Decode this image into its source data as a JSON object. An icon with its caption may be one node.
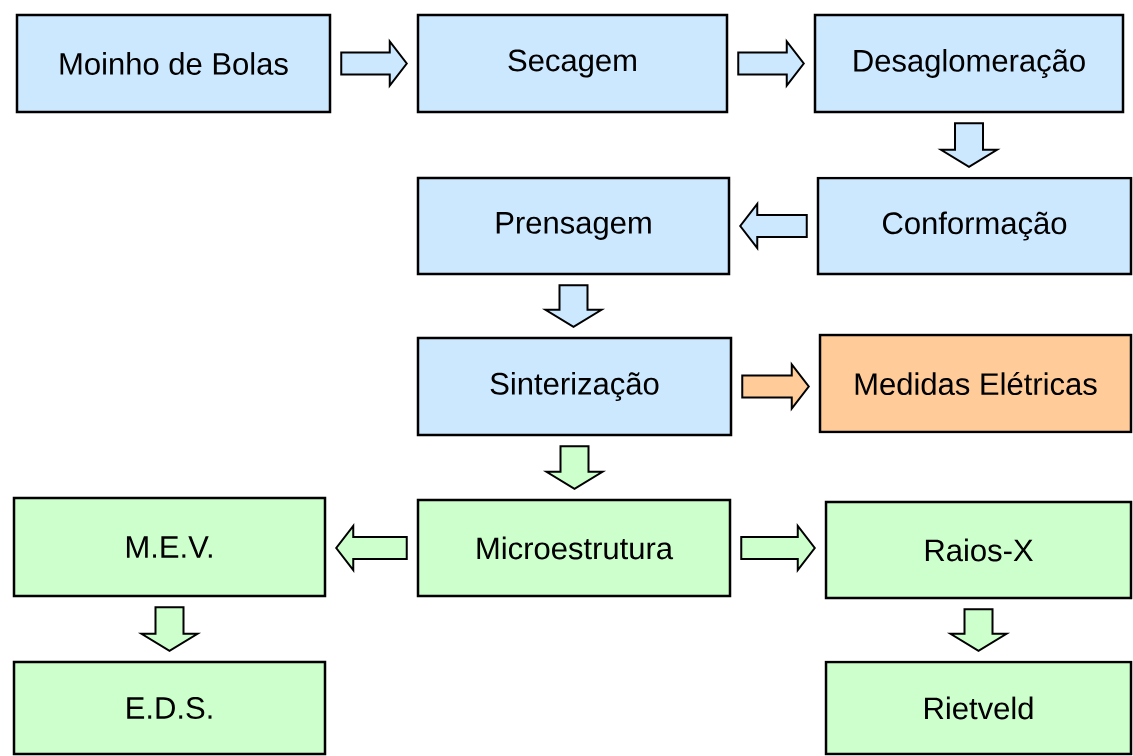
{
  "diagram": {
    "nodes": [
      {
        "text": [
          "Moinho de Bolas"
        ]
      },
      {
        "text": [
          "Secagem"
        ]
      },
      {
        "text": [
          "Desaglomeração"
        ]
      },
      {
        "text": [
          "Conformação"
        ]
      },
      {
        "text": [
          "Prensagem"
        ]
      },
      {
        "text": [
          "Sinterização"
        ]
      },
      {
        "text": [
          "Medidas Elétricas"
        ]
      },
      {
        "text": [
          "Microestrutura"
        ]
      },
      {
        "text": [
          "M.E.V."
        ]
      },
      {
        "text": [
          "Raios-X"
        ]
      },
      {
        "text": [
          "E.D.S."
        ]
      },
      {
        "text": [
          "Rietveld"
        ]
      }
    ],
    "edges": [
      {
        "from": 0,
        "to": 1,
        "arrow": "to",
        "color": "#cce8ff"
      },
      {
        "from": 1,
        "to": 2,
        "arrow": "to",
        "color": "#cce8ff"
      },
      {
        "from": 2,
        "to": 3,
        "arrow": "to",
        "color": "#cce8ff"
      },
      {
        "from": 3,
        "to": 4,
        "arrow": "to",
        "color": "#cce8ff"
      },
      {
        "from": 4,
        "to": 5,
        "arrow": "to",
        "color": "#cce8ff"
      },
      {
        "from": 5,
        "to": 6,
        "arrow": "to",
        "color": "#ffcc99"
      },
      {
        "from": 5,
        "to": 7,
        "arrow": "to",
        "color": "#ccffcc"
      },
      {
        "from": 7,
        "to": 8,
        "arrow": "to",
        "color": "#ccffcc"
      },
      {
        "from": 7,
        "to": 9,
        "arrow": "to",
        "color": "#ccffcc"
      },
      {
        "from": 8,
        "to": 10,
        "arrow": "to",
        "color": "#ccffcc"
      },
      {
        "from": 9,
        "to": 11,
        "arrow": "to",
        "color": "#ccffcc"
      }
    ]
  }
}
